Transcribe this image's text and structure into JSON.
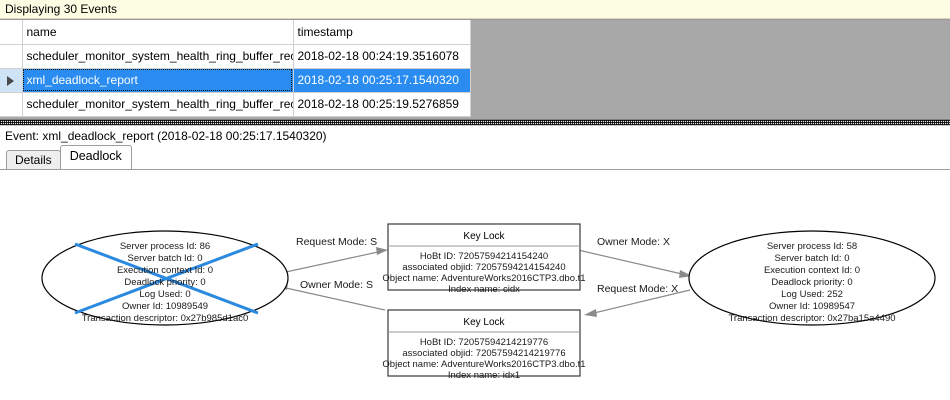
{
  "banner": {
    "text": "Displaying 30 Events"
  },
  "grid": {
    "columns": [
      "",
      "name",
      "timestamp"
    ],
    "rows": [
      {
        "selector": "",
        "name": "scheduler_monitor_system_health_ring_buffer_recorded",
        "timestamp": "2018-02-18 00:24:19.3516078",
        "selected": false
      },
      {
        "selector": "row-selector-arrow",
        "name": "xml_deadlock_report",
        "timestamp": "2018-02-18 00:25:17.1540320",
        "selected": true
      },
      {
        "selector": "",
        "name": "scheduler_monitor_system_health_ring_buffer_recorded",
        "timestamp": "2018-02-18 00:25:19.5276859",
        "selected": false
      }
    ],
    "selection_color": "#2a8cf0"
  },
  "event_caption": {
    "text": "Event: xml_deadlock_report (2018-02-18 00:25:17.1540320)"
  },
  "tabs": [
    {
      "label": "Details",
      "active": false
    },
    {
      "label": "Deadlock",
      "active": true
    }
  ],
  "deadlock": {
    "victim_marker_color": "#2b8ae0",
    "processes": [
      {
        "id": "left-process",
        "victim": true,
        "lines": [
          "Server process Id: 86",
          "Server batch Id: 0",
          "Execution context Id: 0",
          "Deadlock priority: 0",
          "Log Used: 0",
          "Owner Id: 10989549",
          "Transaction descriptor: 0x27b985d1ac0"
        ]
      },
      {
        "id": "right-process",
        "victim": false,
        "lines": [
          "Server process Id: 58",
          "Server batch Id: 0",
          "Execution context Id: 0",
          "Deadlock priority: 0",
          "Log Used: 252",
          "Owner Id: 10989547",
          "Transaction descriptor: 0x27ba15a4490"
        ]
      }
    ],
    "resources": [
      {
        "id": "top-key-lock",
        "title": "Key Lock",
        "lines": [
          "HoBt ID: 72057594214154240",
          "associated objid: 72057594214154240",
          "Object name: AdventureWorks2016CTP3.dbo.t1",
          "Index name: cidx"
        ]
      },
      {
        "id": "bottom-key-lock",
        "title": "Key Lock",
        "lines": [
          "HoBt ID: 72057594214219776",
          "associated objid: 72057594214219776",
          "Object name: AdventureWorks2016CTP3.dbo.t1",
          "Index name: idx1"
        ]
      }
    ],
    "edges": [
      {
        "id": "edge-left-request-top",
        "label": "Request Mode: S"
      },
      {
        "id": "edge-top-owner-right",
        "label": "Owner Mode: X"
      },
      {
        "id": "edge-bottom-owner-left",
        "label": "Owner Mode: S"
      },
      {
        "id": "edge-right-request-bottom",
        "label": "Request Mode: X"
      }
    ]
  }
}
